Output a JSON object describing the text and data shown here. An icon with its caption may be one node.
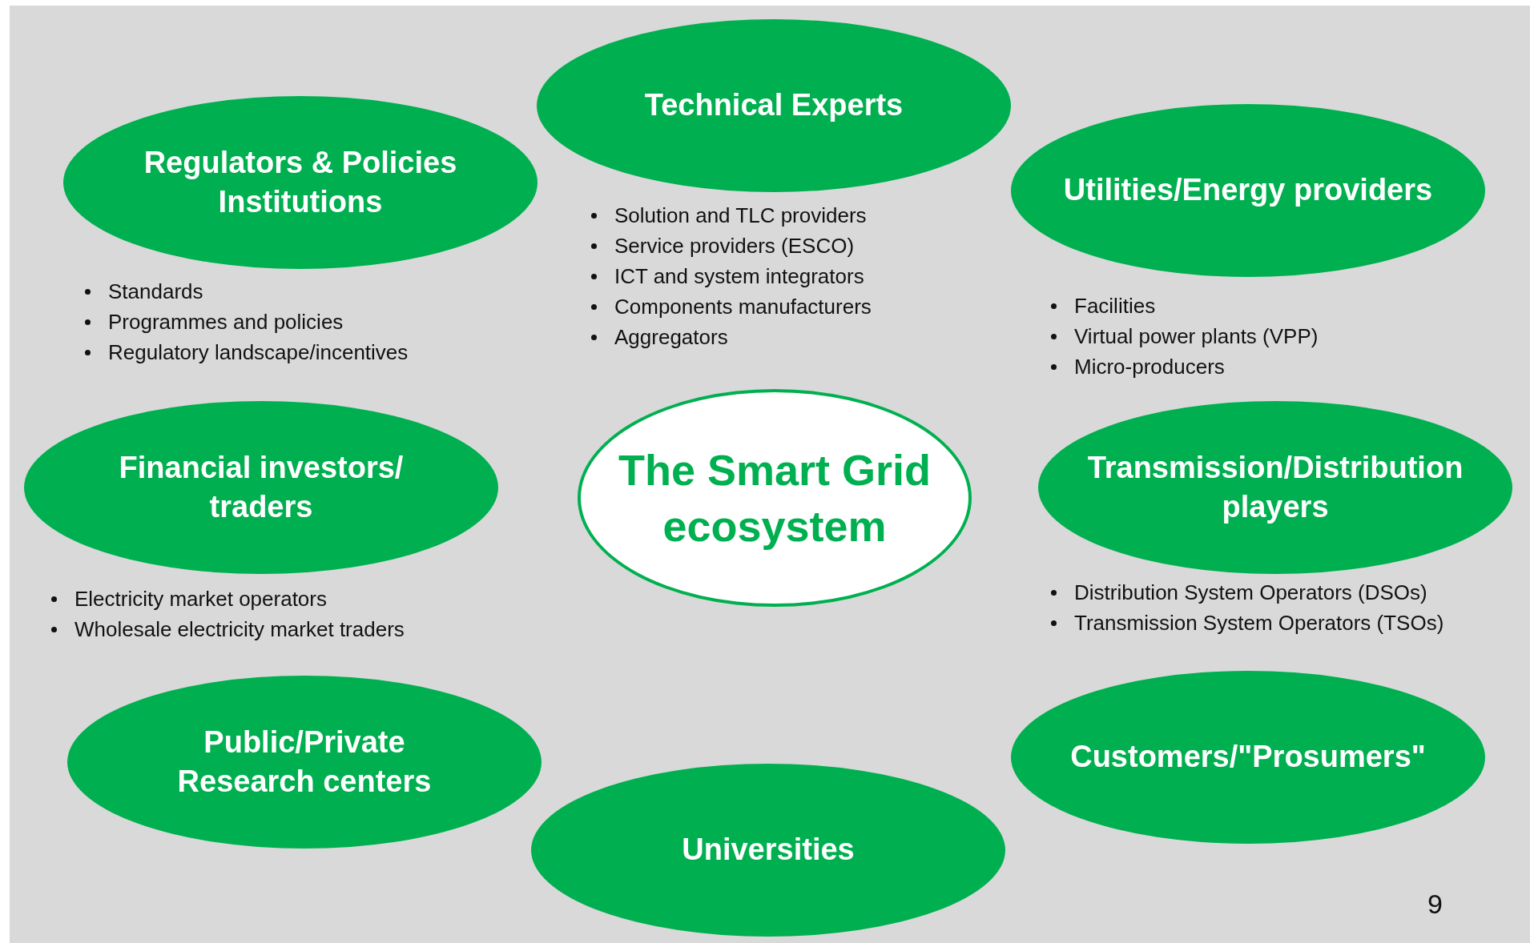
{
  "diagram": {
    "nodes": [
      {
        "text": [
          "Technical Experts"
        ],
        "beside": [
          "Solution and TLC providers",
          "Service providers (ESCO)",
          "ICT and system integrators",
          "Components manufacturers",
          "Aggregators"
        ]
      },
      {
        "text": [
          "Regulators & Policies Institutions"
        ],
        "beside": [
          "Standards",
          "Programmes and policies",
          "Regulatory landscape/incentives"
        ]
      },
      {
        "text": [
          "Utilities/Energy providers"
        ],
        "beside": [
          "Facilities",
          "Virtual power plants (VPP)",
          "Micro-producers"
        ]
      },
      {
        "text": [
          "Financial investors/ traders"
        ],
        "beside": [
          "Electricity market operators",
          "Wholesale electricity market traders"
        ]
      },
      {
        "text": [
          "The Smart Grid ecosystem"
        ]
      },
      {
        "text": [
          "Transmission/Distribution players"
        ],
        "beside": [
          "Distribution System Operators (DSOs)",
          "Transmission System Operators (TSOs)"
        ]
      },
      {
        "text": [
          "Public/Private Research centers"
        ]
      },
      {
        "text": [
          "Customers/\"Prosumers\""
        ]
      },
      {
        "text": [
          "Universities"
        ]
      }
    ],
    "edges": [],
    "labels": [
      "9"
    ]
  }
}
